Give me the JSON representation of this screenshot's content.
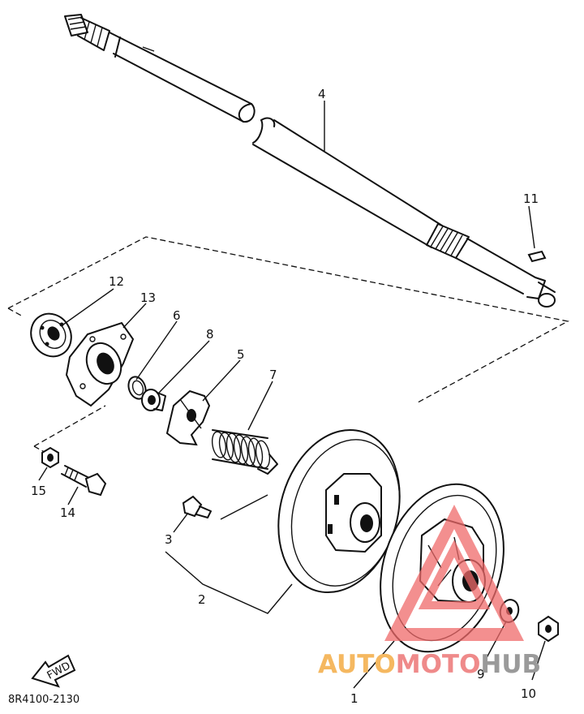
{
  "diagram_code": "8R4100-2130",
  "fwd_label": "FWD",
  "watermark": {
    "part1": "AUTO",
    "part2": "MOTO",
    "part3": "HUB",
    "color1": "#f5b860",
    "color2": "#ef8a8a",
    "color3": "#9a9a9a"
  },
  "callouts": {
    "c1": "1",
    "c2": "2",
    "c3": "3",
    "c4": "4",
    "c5": "5",
    "c6": "6",
    "c7": "7",
    "c8": "8",
    "c9": "9",
    "c10": "10",
    "c11": "11",
    "c12": "12",
    "c13": "13",
    "c14": "14",
    "c15": "15"
  }
}
